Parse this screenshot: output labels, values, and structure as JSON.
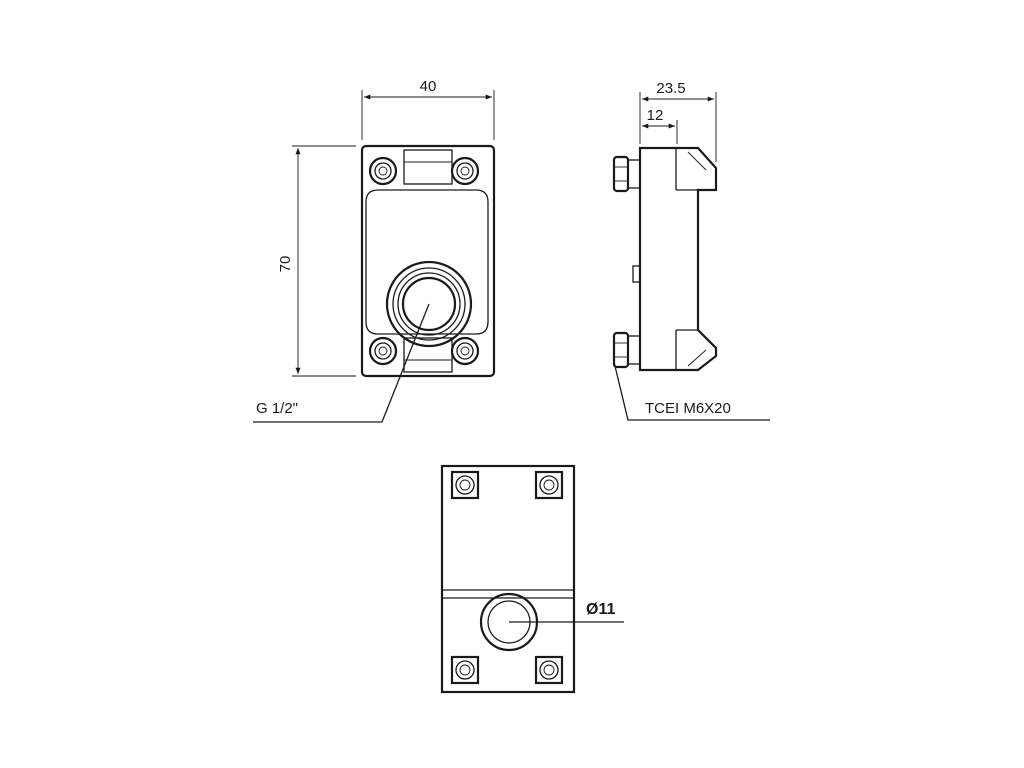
{
  "dimensions": {
    "width": "40",
    "height": "70",
    "depth_total": "23.5",
    "depth_partial": "12"
  },
  "callouts": {
    "thread": "G 1/2\"",
    "screw": "TCEI M6X20",
    "bore": "Ø11"
  }
}
